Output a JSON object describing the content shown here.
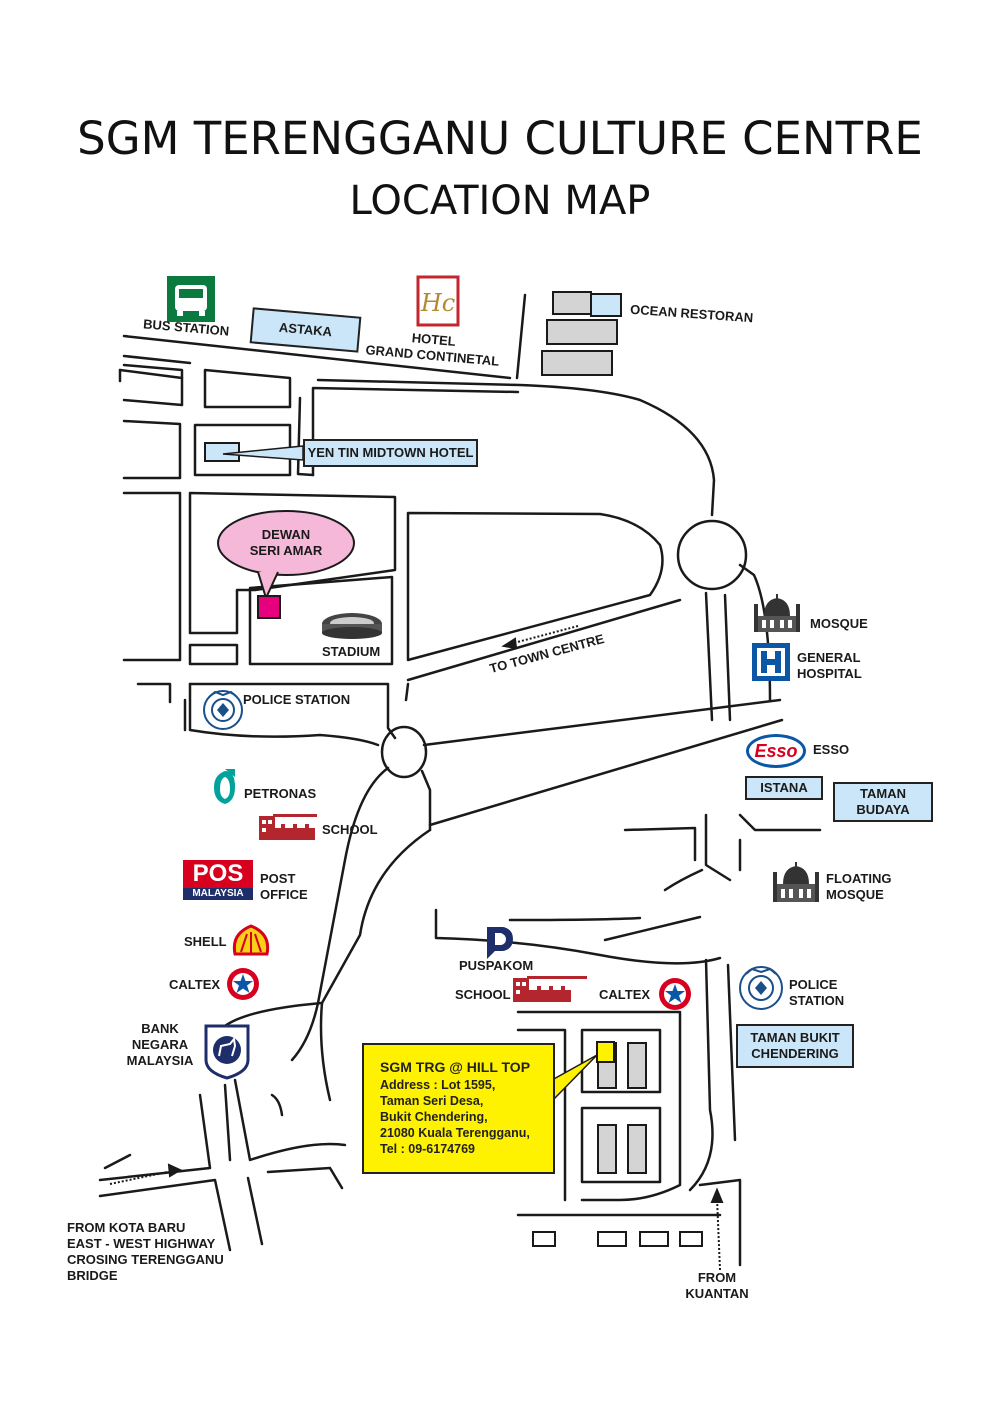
{
  "title": "SGM TERENGGANU CULTURE CENTRE",
  "subtitle": "LOCATION MAP",
  "labels": {
    "bus_station": "BUS STATION",
    "astaka": "ASTAKA",
    "hotel_grand": "HOTEL\nGRAND CONTINETAL",
    "ocean_restoran": "OCEAN RESTORAN",
    "yen_tin": "YEN TIN MIDTOWN HOTEL",
    "dewan": "DEWAN\nSERI AMAR",
    "stadium": "STADIUM",
    "to_town_centre": "TO TOWN CENTRE",
    "mosque": "MOSQUE",
    "general_hospital": "GENERAL\nHOSPITAL",
    "police_station_1": "POLICE STATION",
    "esso": "ESSO",
    "istana": "ISTANA",
    "taman_budaya": "TAMAN\nBUDAYA",
    "petronas": "PETRONAS",
    "school_1": "SCHOOL",
    "post_office": "POST\nOFFICE",
    "floating_mosque": "FLOATING\nMOSQUE",
    "shell": "SHELL",
    "puspakom": "PUSPAKOM",
    "caltex_1": "CALTEX",
    "school_2": "SCHOOL",
    "caltex_2": "CALTEX",
    "police_station_2": "POLICE\nSTATION",
    "bank_negara": "BANK\nNEGARA\nMALAYSIA",
    "taman_bukit": "TAMAN BUKIT\nCHENDERING",
    "from_kota_baru": "FROM KOTA BARU\nEAST - WEST HIGHWAY\nCROSING TERENGGANU\nBRIDGE",
    "from_kuantan": "FROM\nKUANTAN"
  },
  "logos": {
    "esso": "Esso",
    "pos": "POS",
    "pos_sub": "MALAYSIA"
  },
  "sgm_box": {
    "heading": "SGM TRG @ HILL TOP",
    "address": "Address : Lot 1595,\nTaman Seri Desa,\nBukit Chendering,\n21080 Kuala Terengganu,\nTel : 09-6174769"
  },
  "colors": {
    "building_box": "#cbe6f8",
    "sgm_box": "#fff200",
    "dewan_bubble": "#f6b8d8",
    "dewan_marker": "#e6007e",
    "bus_icon": "#0a7a3e",
    "hospital_icon": "#0b57a5",
    "petronas": "#00a29a",
    "shell": "#f7d117",
    "esso": "#d7001e"
  }
}
